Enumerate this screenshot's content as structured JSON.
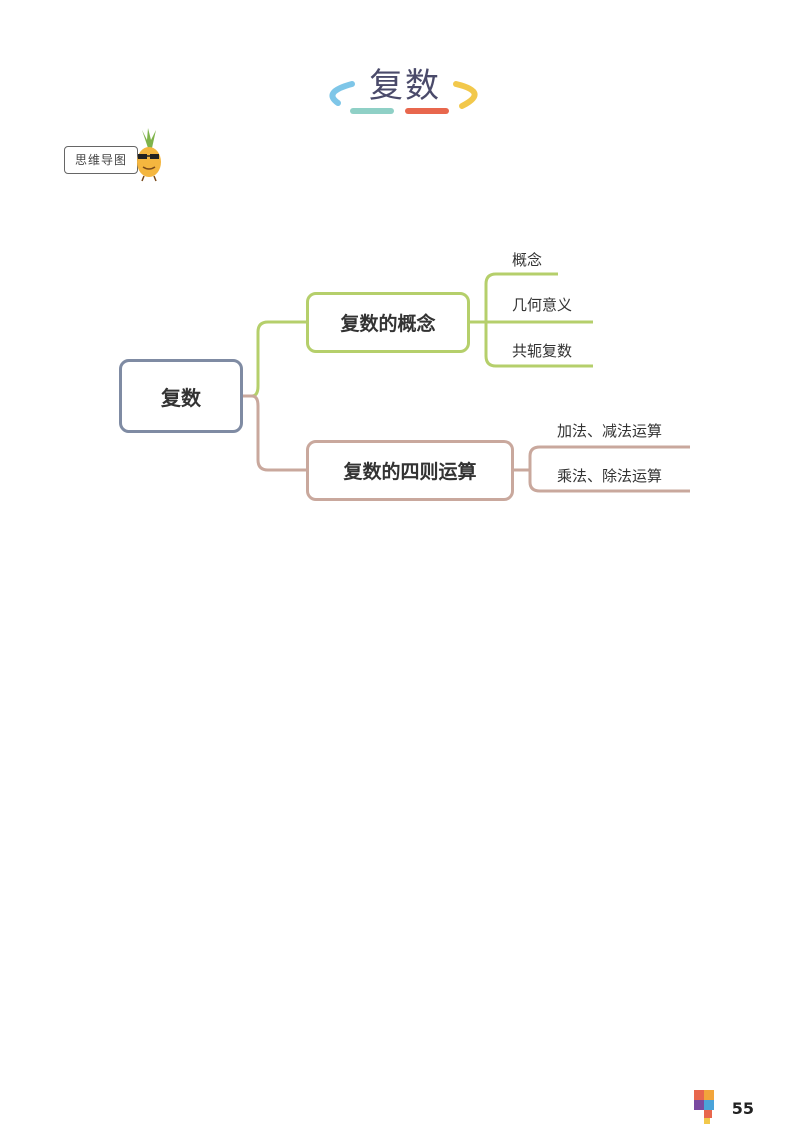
{
  "page": {
    "title": "复数",
    "badge": "思维导图",
    "page_number": "55"
  },
  "mindmap": {
    "root": "复数",
    "branches": [
      {
        "label": "复数的概念",
        "children": [
          "概念",
          "几何意义",
          "共轭复数"
        ]
      },
      {
        "label": "复数的四则运算",
        "children": [
          "加法、减法运算",
          "乘法、除法运算"
        ]
      }
    ]
  },
  "colors": {
    "root_border": "#7f8ba3",
    "branch1": "#b5cf6b",
    "branch2": "#c9a89d",
    "title_dash_blue": "#7ec6e8",
    "title_dash_teal": "#8fd0c6",
    "title_dash_red": "#e8674d",
    "title_dash_yellow": "#f2c84b"
  }
}
